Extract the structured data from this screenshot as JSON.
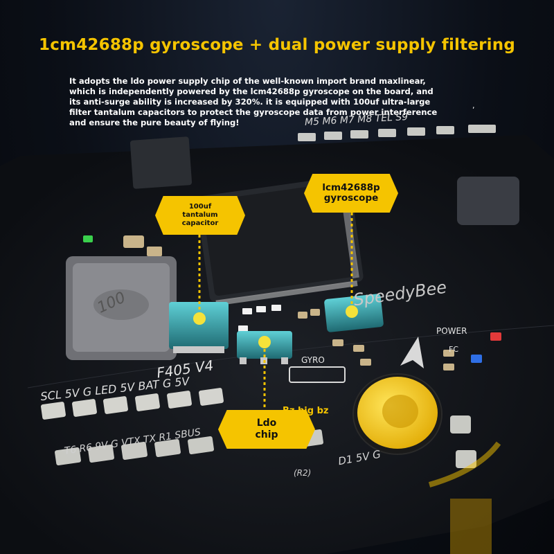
{
  "headline": "1cm42688p gyroscope + dual power supply filtering",
  "description_lines": [
    "It adopts the ldo power supply chip of the well-known import brand maxlinear,",
    "which is independently powered by the lcm42688p gyroscope on the board, and",
    "its anti-surge ability is increased by 320%. it is equipped with 100uf ultra-large",
    "filter tantalum capacitors to protect the gyroscope data from power interference",
    "and ensure the pure beauty of flying!"
  ],
  "stray_mark": ",",
  "callouts": {
    "tantalum": [
      "100uf",
      "tantalum",
      "capacitor"
    ],
    "gyroscope": [
      "lcm42688p",
      "gyroscope"
    ],
    "ldo": [
      "Ldo",
      "chip"
    ]
  },
  "bz_label": "Bz big bz",
  "silkscreen": {
    "model": "F405 V4",
    "brand": "SpeedyBee",
    "gyro": "GYRO",
    "power": "POWER",
    "fc": "FC",
    "inductor": "100",
    "pads_top": "M5  M6  M7  M8  TEL  S9",
    "row1": "SCL  5V  G  LED  5V  BAT  G   5V",
    "row2": "T6  R6  9V  G  VTX  TX  R1  SBUS",
    "r2": "(R2)",
    "bottom": "D1  5V  G"
  },
  "colors": {
    "accent_yellow": "#f5c400",
    "teal_component": "#2e8f96",
    "board_dark": "#101216",
    "text_white": "#ffffff"
  }
}
